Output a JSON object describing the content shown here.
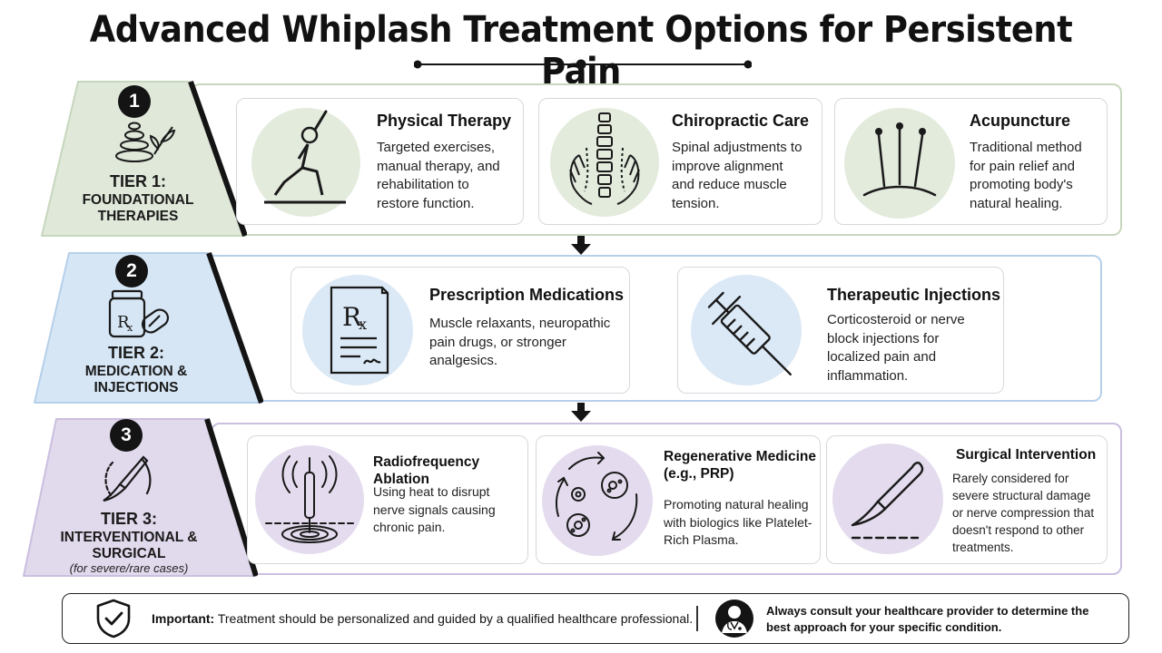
{
  "title": "Advanced Whiplash Treatment Options for Persistent Pain",
  "colors": {
    "tier1_fill": "#dfe8d9",
    "tier1_border": "#c7d7bd",
    "tier1_disc": "#e3ebdd",
    "tier2_fill": "#d6e6f5",
    "tier2_border": "#b6d0ea",
    "tier2_disc": "#dbe8f5",
    "tier3_fill": "#e1d9ec",
    "tier3_border": "#cbbfdf",
    "tier3_disc": "#e4dcee",
    "ink": "#141414"
  },
  "tiers": [
    {
      "number": "1",
      "label_line1": "TIER 1:",
      "label_line2": "FOUNDATIONAL",
      "label_line3": "THERAPIES",
      "icon": "stones-leaf-icon",
      "cards": [
        {
          "title": "Physical Therapy",
          "text": "Targeted exercises, manual therapy, and rehabilitation to restore function.",
          "icon": "lunge-figure-icon"
        },
        {
          "title": "Chiropractic Care",
          "text": "Spinal adjustments to improve alignment and reduce muscle tension.",
          "icon": "spine-hands-icon"
        },
        {
          "title": "Acupuncture",
          "text": "Traditional method for pain relief and promoting body's natural healing.",
          "icon": "acupuncture-needles-icon"
        }
      ]
    },
    {
      "number": "2",
      "label_line1": "TIER 2:",
      "label_line2": "MEDICATION &",
      "label_line3": "INJECTIONS",
      "icon": "pill-bottle-icon",
      "cards": [
        {
          "title": "Prescription Medications",
          "text": "Muscle relaxants, neuropathic pain drugs, or stronger analgesics.",
          "icon": "prescription-icon"
        },
        {
          "title": "Therapeutic Injections",
          "text": "Corticosteroid or nerve block injections for localized pain and inflammation.",
          "icon": "syringe-icon"
        }
      ]
    },
    {
      "number": "3",
      "label_line1": "TIER 3:",
      "label_line2": "INTERVENTIONAL &",
      "label_line3": "SURGICAL",
      "note": "(for severe/rare cases)",
      "icon": "scalpel-icon",
      "cards": [
        {
          "title": "Radiofrequency Ablation",
          "text": "Using heat to disrupt nerve signals causing chronic pain.",
          "icon": "radiofrequency-probe-icon"
        },
        {
          "title": "Regenerative Medicine (e.g., PRP)",
          "text": "Promoting natural healing with biologics like Platelet-Rich Plasma.",
          "icon": "cells-cycle-icon"
        },
        {
          "title": "Surgical Intervention",
          "text": "Rarely considered for severe structural damage or nerve compression that doesn't respond to other treatments.",
          "icon": "scalpel-incision-icon"
        }
      ]
    }
  ],
  "footer": {
    "important_label": "Important:",
    "important_text": "Treatment should be personalized and guided by a qualified healthcare professional.",
    "consult_text": "Always consult your healthcare provider to determine the best approach for your specific condition.",
    "left_icon": "shield-check-icon",
    "right_icon": "doctor-avatar-icon"
  }
}
